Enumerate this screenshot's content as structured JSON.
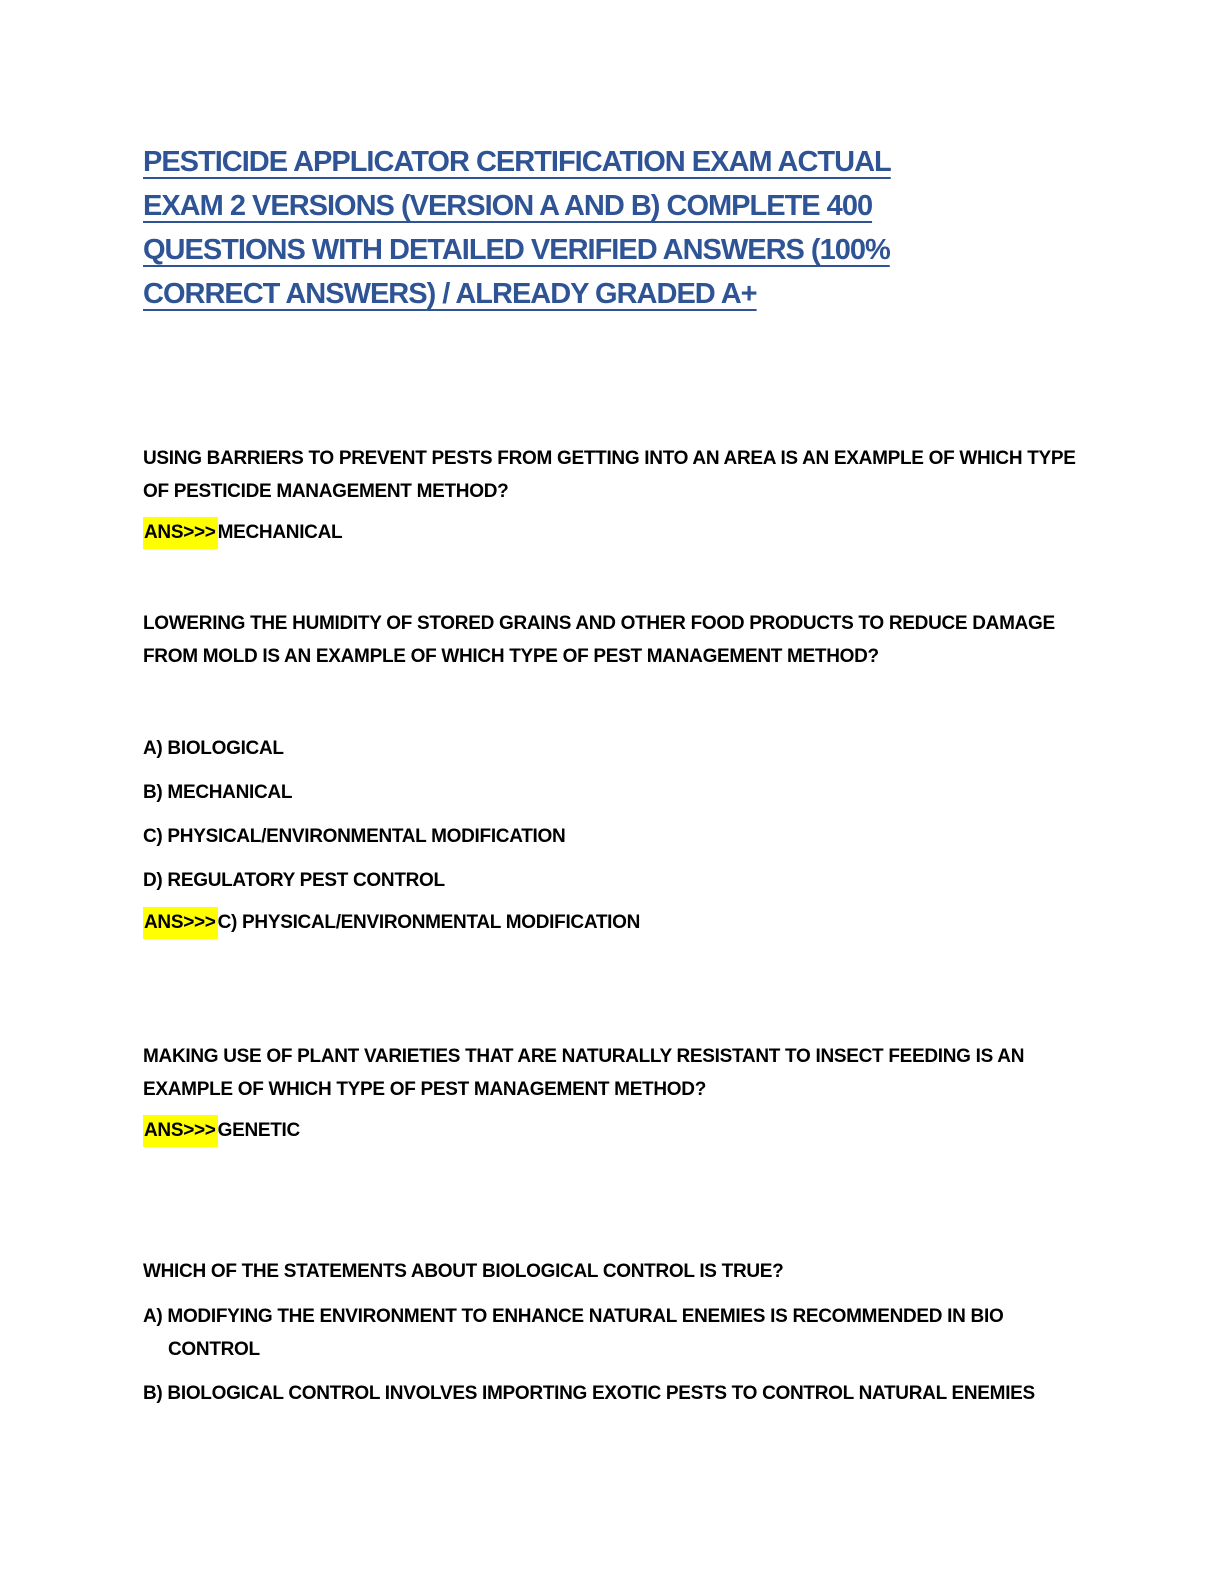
{
  "document": {
    "title_lines": [
      "PESTICIDE APPLICATOR CERTIFICATION EXAM ACTUAL",
      "EXAM 2 VERSIONS (VERSION A AND B) COMPLETE 400",
      "QUESTIONS WITH DETAILED VERIFIED ANSWERS (100%",
      "CORRECT ANSWERS) / ALREADY GRADED A+"
    ],
    "answer_prefix": "ANS>>>",
    "questions": [
      {
        "text": "USING BARRIERS TO PREVENT PESTS FROM GETTING INTO AN AREA IS AN EXAMPLE OF WHICH TYPE OF PESTICIDE MANAGEMENT METHOD?",
        "answer": "MECHANICAL"
      },
      {
        "text": "LOWERING THE HUMIDITY OF STORED GRAINS AND OTHER FOOD PRODUCTS TO REDUCE DAMAGE FROM MOLD IS AN EXAMPLE OF WHICH TYPE OF PEST MANAGEMENT METHOD?",
        "options": [
          "A) BIOLOGICAL",
          "B) MECHANICAL",
          "C) PHYSICAL/ENVIRONMENTAL MODIFICATION",
          "D) REGULATORY PEST CONTROL"
        ],
        "answer": "C) PHYSICAL/ENVIRONMENTAL MODIFICATION"
      },
      {
        "text": "MAKING USE OF PLANT VARIETIES THAT ARE NATURALLY RESISTANT TO INSECT FEEDING IS AN EXAMPLE OF WHICH TYPE OF PEST MANAGEMENT METHOD?",
        "answer": "GENETIC"
      },
      {
        "text": "WHICH OF THE STATEMENTS ABOUT BIOLOGICAL CONTROL IS TRUE?",
        "options": [
          "A) MODIFYING THE ENVIRONMENT TO ENHANCE NATURAL ENEMIES IS RECOMMENDED IN BIO CONTROL",
          "B) BIOLOGICAL CONTROL INVOLVES IMPORTING EXOTIC PESTS TO CONTROL NATURAL ENEMIES"
        ]
      }
    ]
  },
  "colors": {
    "title_blue": "#2F5496",
    "highlight_yellow": "#FFFF00",
    "body_text": "#000000",
    "page_background": "#FFFFFF"
  }
}
